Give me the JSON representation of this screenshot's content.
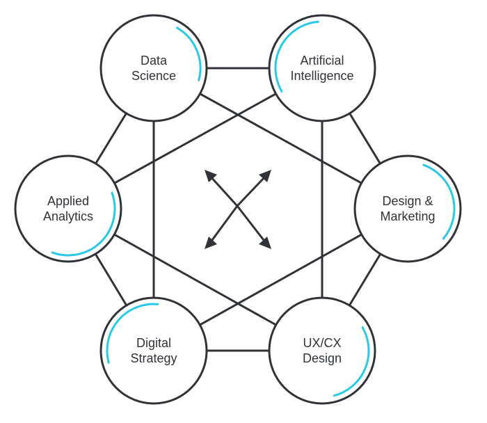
{
  "colors": {
    "stroke": "#2f3237",
    "accent": "#29c8e6",
    "background": "#ffffff"
  },
  "center_icon": "four-way-arrows-icon",
  "nodes": [
    {
      "id": "data-science",
      "lines": [
        "Data",
        "Science"
      ]
    },
    {
      "id": "artificial-intelligence",
      "lines": [
        "Artificial",
        "Intelligence"
      ]
    },
    {
      "id": "design-marketing",
      "lines": [
        "Design &",
        "Marketing"
      ]
    },
    {
      "id": "ux-cx-design",
      "lines": [
        "UX/CX",
        "Design"
      ]
    },
    {
      "id": "digital-strategy",
      "lines": [
        "Digital",
        "Strategy"
      ]
    },
    {
      "id": "applied-analytics",
      "lines": [
        "Applied",
        "Analytics"
      ]
    }
  ],
  "edges": [
    [
      "data-science",
      "artificial-intelligence"
    ],
    [
      "artificial-intelligence",
      "design-marketing"
    ],
    [
      "design-marketing",
      "ux-cx-design"
    ],
    [
      "ux-cx-design",
      "digital-strategy"
    ],
    [
      "digital-strategy",
      "applied-analytics"
    ],
    [
      "applied-analytics",
      "data-science"
    ],
    [
      "data-science",
      "design-marketing"
    ],
    [
      "data-science",
      "digital-strategy"
    ],
    [
      "artificial-intelligence",
      "applied-analytics"
    ],
    [
      "artificial-intelligence",
      "ux-cx-design"
    ],
    [
      "design-marketing",
      "digital-strategy"
    ],
    [
      "applied-analytics",
      "ux-cx-design"
    ]
  ]
}
